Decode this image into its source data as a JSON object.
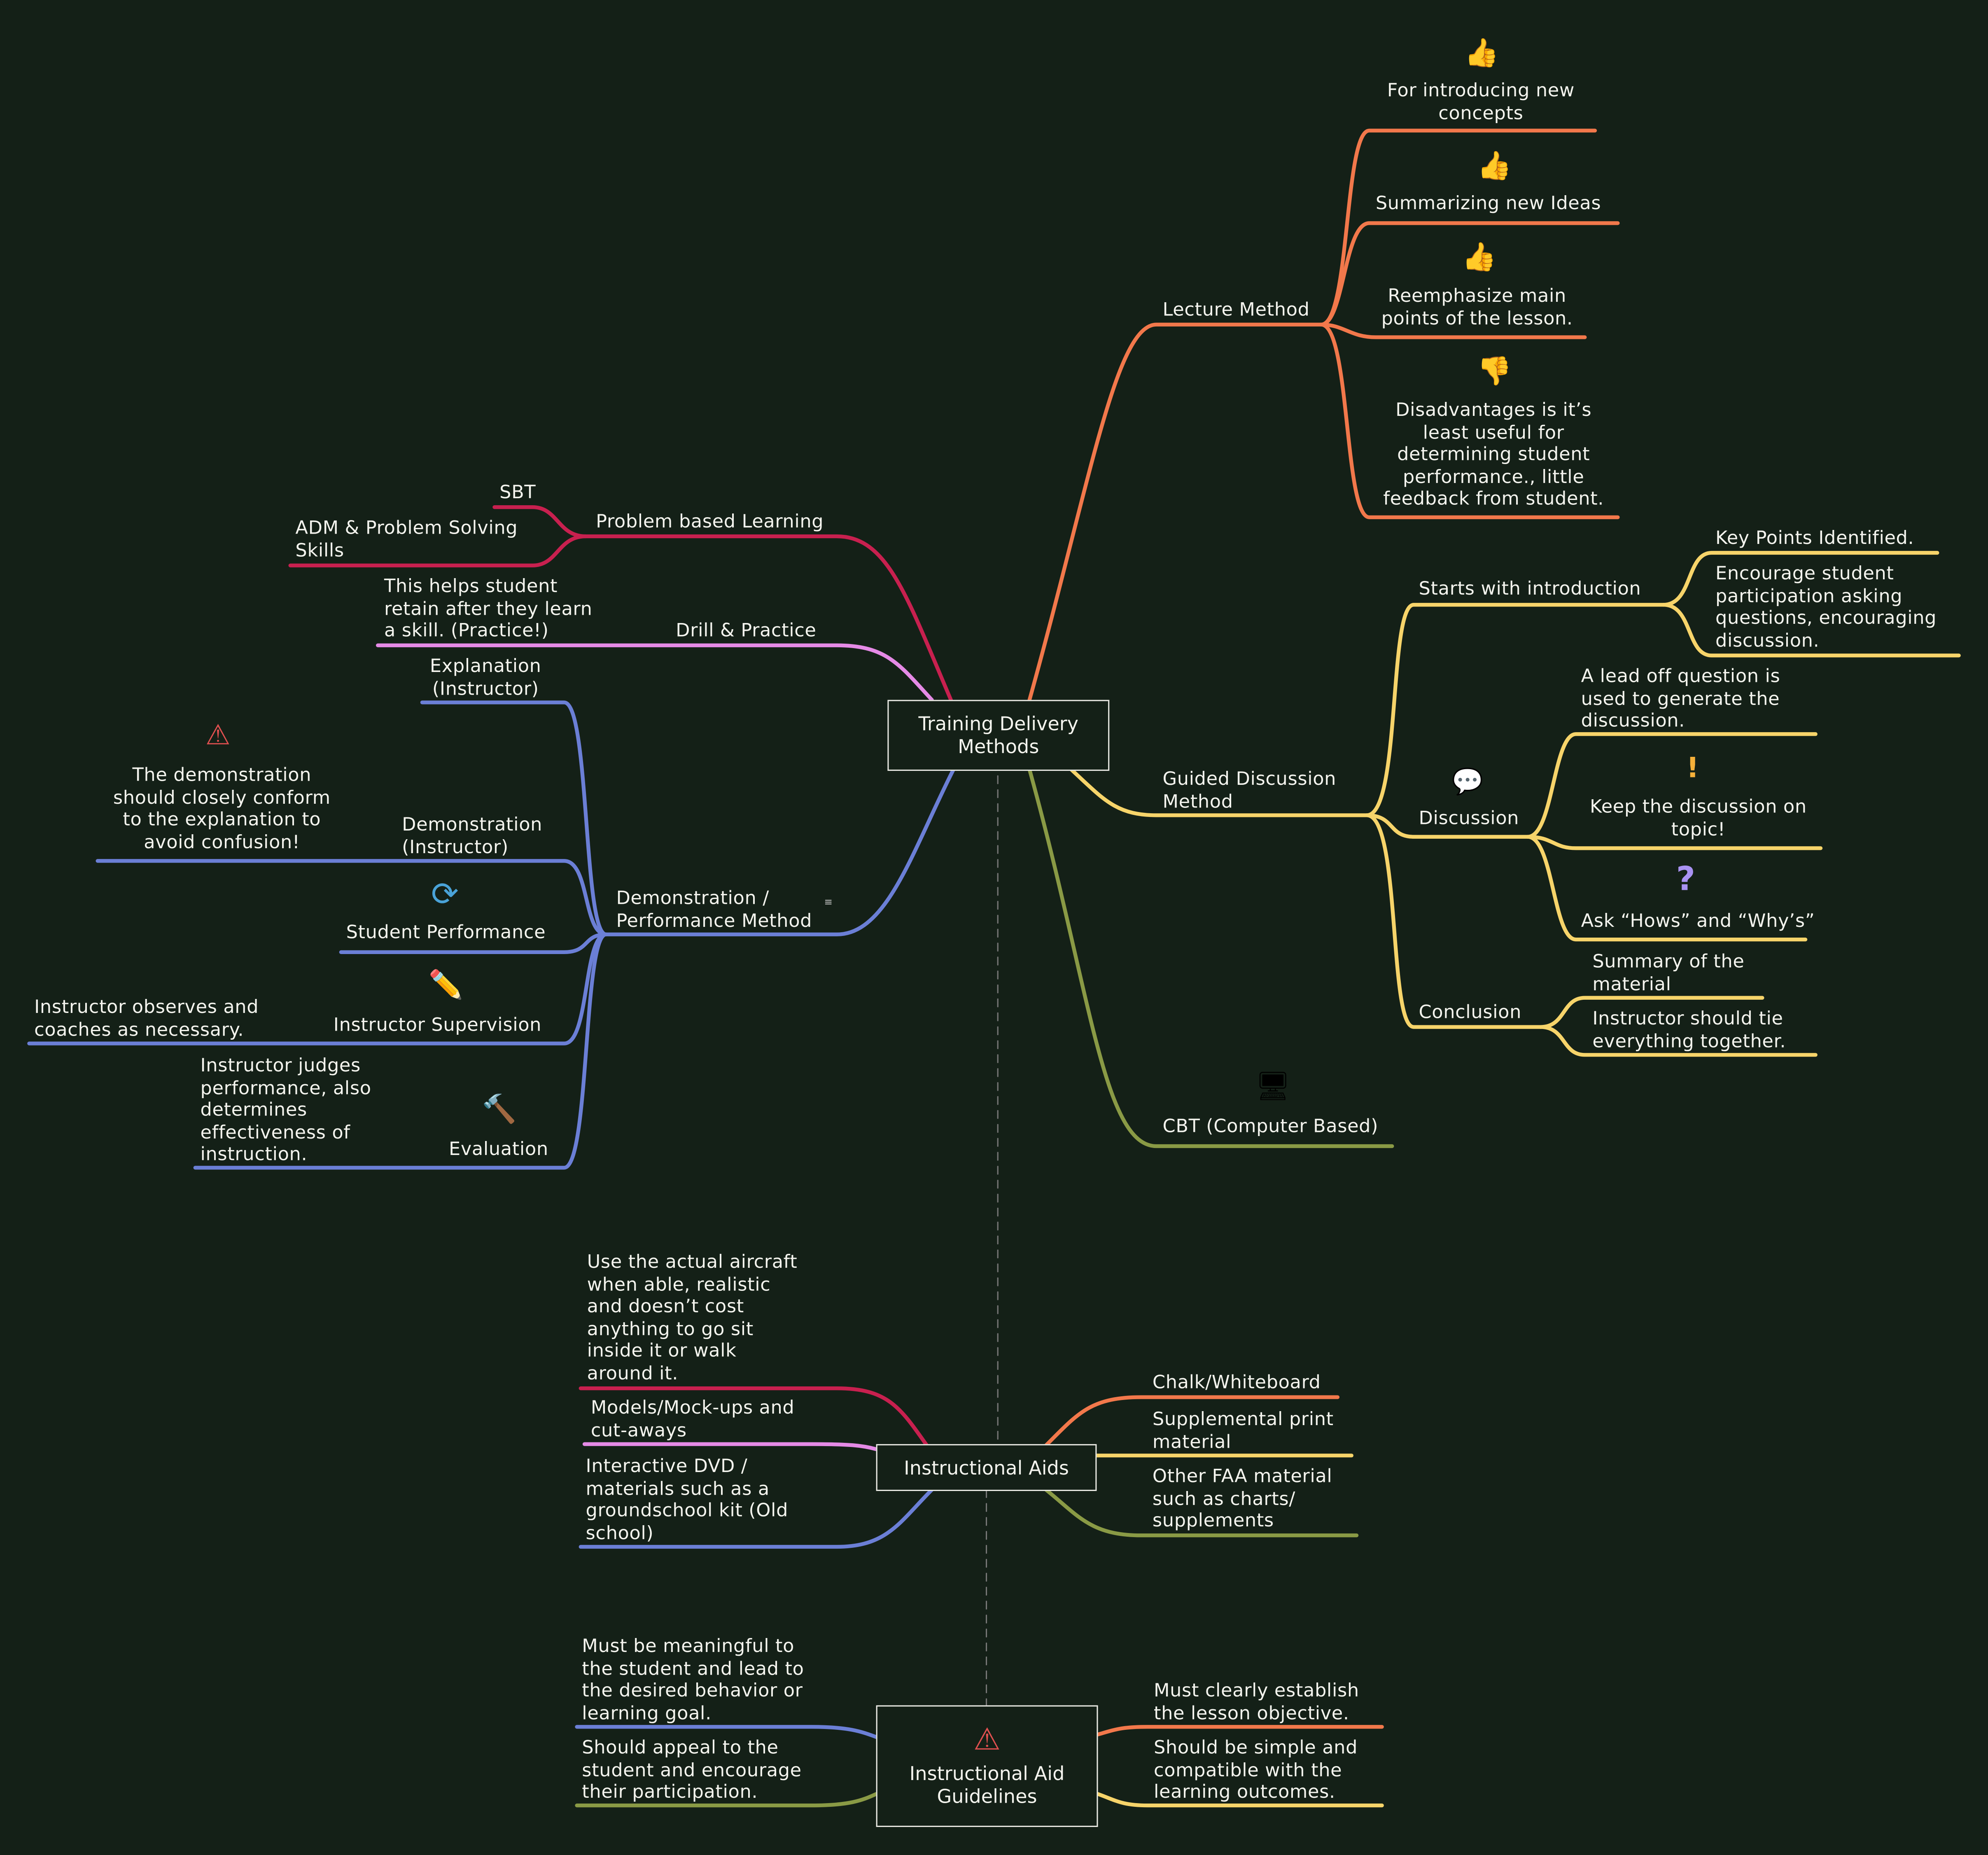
{
  "colors": {
    "background": "#142017",
    "orange": "#f2784b",
    "yellow": "#f7d46a",
    "olive": "#8a9a45",
    "crimson": "#c8204f",
    "pink": "#e58ae6",
    "blue": "#6b7fd6",
    "dashed": "#777777"
  },
  "central": {
    "title": "Training Delivery\nMethods",
    "lecture": {
      "label": "Lecture Method",
      "items": [
        {
          "icon": "thumbs-up-icon",
          "text": "For introducing new\nconcepts"
        },
        {
          "icon": "thumbs-up-icon",
          "text": "Summarizing new Ideas"
        },
        {
          "icon": "thumbs-up-icon",
          "text": "Reemphasize main\npoints of the lesson."
        },
        {
          "icon": "thumbs-down-icon",
          "text": "Disadvantages is it’s\nleast useful for\ndetermining student\nperformance., little\nfeedback from student."
        }
      ]
    },
    "guided": {
      "label": "Guided Discussion\nMethod",
      "starts": {
        "label": "Starts with introduction",
        "items": [
          "Key Points Identified.",
          "Encourage student\nparticipation asking\nquestions, encouraging\ndiscussion."
        ]
      },
      "discussion": {
        "label": "Discussion",
        "icon": "speech-bubble-icon",
        "items": [
          {
            "icon": "",
            "text": "A lead off question is\nused to generate the\ndiscussion."
          },
          {
            "icon": "exclamation-icon",
            "text": "Keep the discussion on\ntopic!"
          },
          {
            "icon": "question-icon",
            "text": "Ask “Hows” and “Why’s”"
          }
        ]
      },
      "conclusion": {
        "label": "Conclusion",
        "items": [
          "Summary of the\nmaterial",
          "Instructor should tie\neverything together."
        ]
      }
    },
    "cbt": {
      "label": "CBT (Computer Based)",
      "icon": "monitor-icon"
    },
    "problem": {
      "label": "Problem based Learning",
      "items": [
        "SBT",
        "ADM & Problem Solving\nSkills"
      ]
    },
    "drill": {
      "label": "Drill & Practice",
      "items": [
        "This helps student\nretain after they learn\na skill. (Practice!)"
      ]
    },
    "demo": {
      "label": "Demonstration /\nPerformance Method",
      "items": [
        {
          "label": "Explanation\n(Instructor)"
        },
        {
          "label": "Demonstration\n(Instructor)",
          "note": "The demonstration\nshould closely conform\nto the explanation to\navoid confusion!",
          "note_icon": "warning-icon"
        },
        {
          "label": "Student Performance",
          "icon": "refresh-icon"
        },
        {
          "label": "Instructor Supervision",
          "icon": "pencil-icon",
          "note": "Instructor observes and\ncoaches as necessary."
        },
        {
          "label": "Evaluation",
          "icon": "gavel-icon",
          "note": "Instructor judges\nperformance, also\ndetermines\neffectiveness of\ninstruction."
        }
      ]
    }
  },
  "aids": {
    "title": "Instructional Aids",
    "left": [
      "Use the actual aircraft\nwhen able, realistic\nand doesn’t cost\nanything to go sit\ninside it or walk\naround it.",
      "Models/Mock-ups and\ncut-aways",
      "Interactive DVD /\nmaterials such as a\ngroundschool kit (Old\nschool)"
    ],
    "right": [
      "Chalk/Whiteboard",
      "Supplemental print\nmaterial",
      "Other FAA material\nsuch as charts/\nsupplements"
    ]
  },
  "guidelines": {
    "title": "Instructional Aid\nGuidelines",
    "icon": "warning-icon",
    "left": [
      "Must be meaningful to\nthe student and lead to\nthe desired behavior or\nlearning goal.",
      "Should appeal to the\nstudent and encourage\ntheir participation."
    ],
    "right": [
      "Must clearly establish\nthe lesson objective.",
      "Should be simple and\ncompatible with the\nlearning outcomes."
    ]
  }
}
